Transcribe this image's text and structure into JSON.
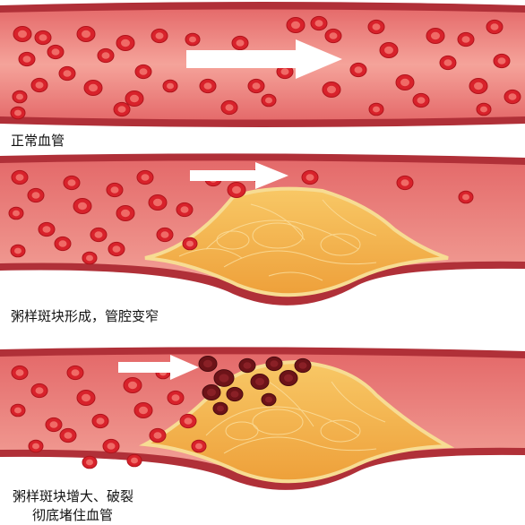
{
  "panels": [
    {
      "caption": "正常血管"
    },
    {
      "caption": "粥样斑块形成，管腔变窄"
    },
    {
      "caption_line1": "粥样斑块增大、破裂",
      "caption_line2": "彻底堵住血管"
    }
  ],
  "colors": {
    "vessel_wall": "#c9505a",
    "vessel_inner": "#b53a42",
    "lumen": "#f08880",
    "rbc": "#e0323a",
    "rbc_center": "#f47770",
    "plaque": "#f5b04a",
    "plaque_edge": "#f7d27a",
    "clot": "#7a1a1f",
    "arrow": "#ffffff"
  }
}
